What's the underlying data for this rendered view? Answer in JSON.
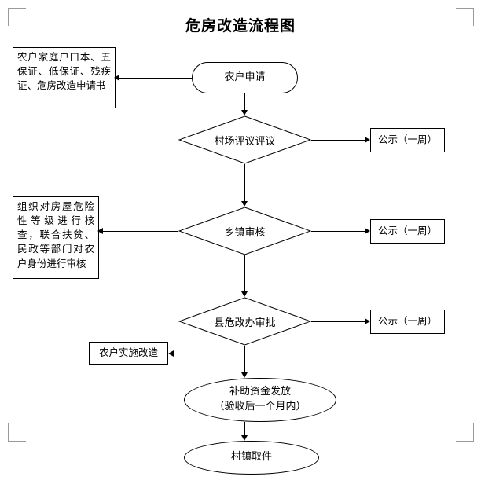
{
  "title": "危房改造流程图",
  "nodes": {
    "apply": "农户申请",
    "docs": "农户家庭户口本、五保证、低保证、残疾证、危房改造申请书",
    "village_review": "村场评议评议",
    "publicity1": "公示（一周）",
    "town_audit": "乡镇审核",
    "publicity2": "公示（一周）",
    "org_check": "组织对房屋危险性 等 级 进 行 核查，联合扶贫、民政等部门对农户身份进行审核",
    "county_approve": "县危改办审批",
    "publicity3": "公示（一周）",
    "household_build": "农户实施改造",
    "subsidy_line1": "补助资金发放",
    "subsidy_line2": "（验收后一个月内）",
    "acceptance": "村镇取件"
  },
  "colors": {
    "stroke": "#000000",
    "background": "#ffffff",
    "crop_mark": "#9a9a9a"
  }
}
